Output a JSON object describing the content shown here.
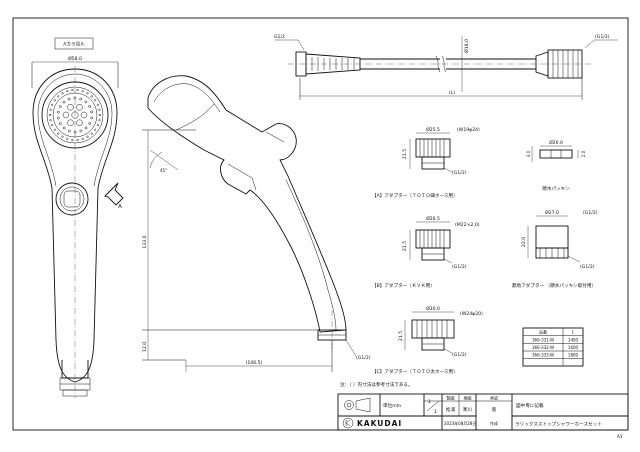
{
  "drawing": {
    "view_a_label": "Aカラ見ル",
    "head_diameter": "Ø58.0",
    "arrow_a": "A",
    "angle": "45°",
    "dim_133": "133.0",
    "dim_12": "12.0",
    "dim_106": "(106.5)",
    "thread_handle": "(G1/2)",
    "hose_left_thread": "G1/2",
    "hose_right_thread": "(G1/2)",
    "hose_diameter": "Ø16.0",
    "hose_length": "(L)",
    "sec_a": {
      "dia": "Ø25.5",
      "thread": "(W19φ24)",
      "height": "21.5",
      "bottom_thread": "(G1/2)",
      "caption": "【A】アダプター（ＴＯＴＯ細ホース用）"
    },
    "packing": {
      "dia": "Ø20.0",
      "height": "3.0",
      "thickness": "2.0",
      "caption": "節水パッキン"
    },
    "sec_b": {
      "dia": "Ø26.5",
      "thread": "(M22×2.0)",
      "height": "21.5",
      "bottom_thread": "(G1/2)",
      "caption": "【B】アダプター（ＫＶＫ用）"
    },
    "saving_adapter": {
      "dia": "Ø27.0",
      "thread": "(G1/2)",
      "height": "22.0",
      "bottom_thread": "(G1/2)",
      "caption": "無地アダプター （節水パッキン取付用）"
    },
    "sec_c": {
      "dia": "Ø30.0",
      "thread": "(W24φ20)",
      "height": "21.5",
      "bottom_thread": "(G1/2)",
      "caption": "【C】アダプター（ＴＯＴＯ太ホース用）"
    },
    "table": {
      "headers": [
        "品番",
        "L"
      ],
      "rows": [
        [
          "366-331-W",
          "1400"
        ],
        [
          "366-332-W",
          "1600"
        ],
        [
          "366-333-W",
          "1800"
        ]
      ]
    },
    "note": "注：（ ）内寸法は参考寸法である。"
  },
  "title_block": {
    "unit_label": "単位mm",
    "scale_num": "1",
    "scale_den": "1",
    "h_seizu": "製図",
    "h_kento": "検図",
    "h_shonin": "承認",
    "n_seizu": "松浦",
    "n_kento": "寒川",
    "n_shonin": "阪",
    "date": "2023年08月28日",
    "date_suffix": "作成",
    "note": "図中青に記載",
    "logo_text": "KAKUDAI",
    "product_name": "ラリックスストップシャワーホースセット",
    "sheet_size": "A3"
  }
}
